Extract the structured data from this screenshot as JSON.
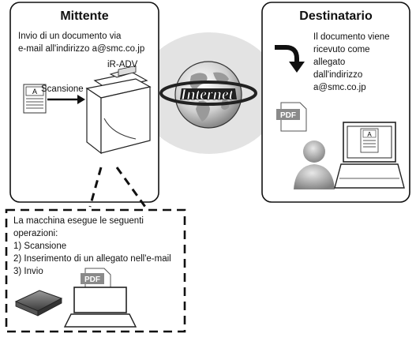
{
  "sender": {
    "title": "Mittente",
    "description_line1": "Invio di un documento via",
    "description_line2": "e-mail all'indirizzo a@smc.co.jp",
    "device_name": "iR-ADV",
    "scan_label": "Scansione",
    "doc_letter": "A"
  },
  "center": {
    "internet_label": "Internet"
  },
  "recipient": {
    "title": "Destinatario",
    "lines": [
      "Il documento viene",
      "ricevuto come",
      "allegato",
      "dall'indirizzo",
      "a@smc.co.jp"
    ],
    "pdf_label": "PDF",
    "screen_doc_letter": "A"
  },
  "callout": {
    "lines": [
      "La macchina esegue le seguenti",
      "operazioni:",
      "1) Scansione",
      "2) Inserimento di un allegato nell'e-mail",
      "3) Invio"
    ],
    "pdf_label": "PDF"
  }
}
